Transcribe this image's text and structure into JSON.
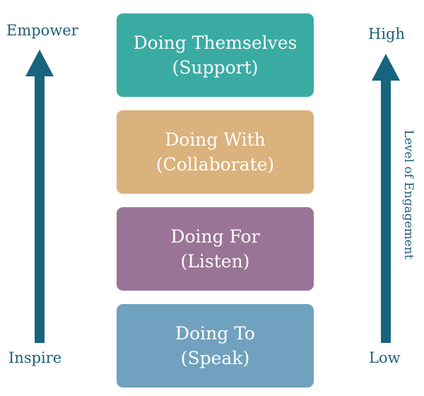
{
  "left_axis": {
    "top_label": "Empower",
    "bottom_label": "Inspire"
  },
  "right_axis": {
    "top_label": "High",
    "bottom_label": "Low",
    "axis_title": "Level of Engagement"
  },
  "levels": [
    {
      "title": "Doing Themselves",
      "subtitle": "(Support)",
      "color": "#3aaba3"
    },
    {
      "title": "Doing With",
      "subtitle": "(Collaborate)",
      "color": "#dab27d"
    },
    {
      "title": "Doing For",
      "subtitle": "(Listen)",
      "color": "#9a7496"
    },
    {
      "title": "Doing To",
      "subtitle": "(Speak)",
      "color": "#70a1bf"
    }
  ],
  "colors": {
    "arrow": "#17647f",
    "label_text": "#1f5e7a"
  }
}
